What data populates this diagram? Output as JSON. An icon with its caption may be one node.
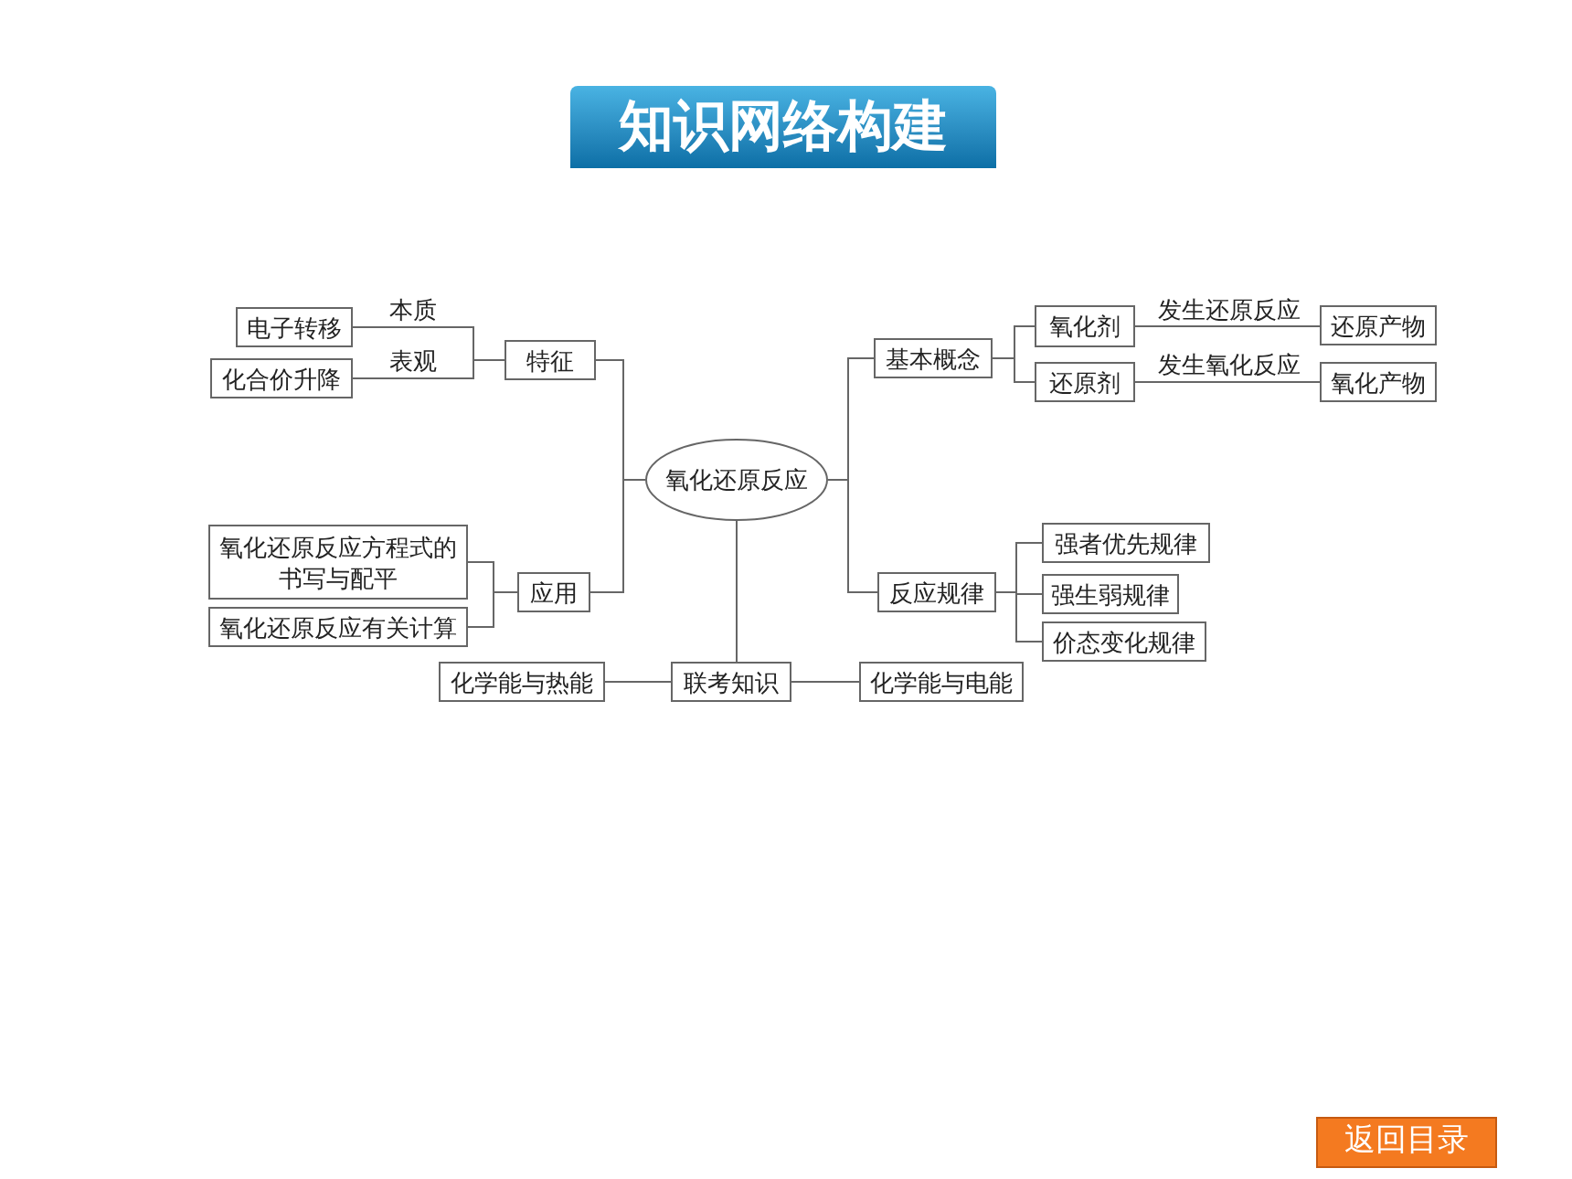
{
  "diagram": {
    "title": "知识网络构建",
    "nodes": [
      {
        "text": [
          "氧化还原反应"
        ]
      },
      {
        "text": [
          "特征"
        ]
      },
      {
        "text": [
          "电子转移"
        ]
      },
      {
        "text": [
          "化合价升降"
        ]
      },
      {
        "text": [
          "应用"
        ]
      },
      {
        "text": [
          "氧化还原反应方程式的书写与配平"
        ]
      },
      {
        "text": [
          "氧化还原反应有关计算"
        ]
      },
      {
        "text": [
          "联考知识"
        ]
      },
      {
        "text": [
          "化学能与热能"
        ]
      },
      {
        "text": [
          "化学能与电能"
        ]
      },
      {
        "text": [
          "基本概念"
        ]
      },
      {
        "text": [
          "氧化剂"
        ]
      },
      {
        "text": [
          "还原剂"
        ]
      },
      {
        "text": [
          "还原产物"
        ]
      },
      {
        "text": [
          "氧化产物"
        ]
      },
      {
        "text": [
          "反应规律"
        ]
      },
      {
        "text": [
          "强者优先规律"
        ]
      },
      {
        "text": [
          "强生弱规律"
        ]
      },
      {
        "text": [
          "价态变化规律"
        ]
      }
    ],
    "edges": [
      {
        "from": 2,
        "to": 1,
        "arrow": "none",
        "label": "本质"
      },
      {
        "from": 3,
        "to": 1,
        "arrow": "none",
        "label": "表观"
      },
      {
        "from": 1,
        "to": 0,
        "arrow": "none"
      },
      {
        "from": 5,
        "to": 4,
        "arrow": "none"
      },
      {
        "from": 6,
        "to": 4,
        "arrow": "none"
      },
      {
        "from": 4,
        "to": 0,
        "arrow": "none"
      },
      {
        "from": 0,
        "to": 7,
        "arrow": "none"
      },
      {
        "from": 7,
        "to": 8,
        "arrow": "none"
      },
      {
        "from": 7,
        "to": 9,
        "arrow": "none"
      },
      {
        "from": 0,
        "to": 10,
        "arrow": "none"
      },
      {
        "from": 0,
        "to": 15,
        "arrow": "none"
      },
      {
        "from": 10,
        "to": 11,
        "arrow": "none"
      },
      {
        "from": 10,
        "to": 12,
        "arrow": "none"
      },
      {
        "from": 11,
        "to": 13,
        "arrow": "none",
        "label": "发生还原反应"
      },
      {
        "from": 12,
        "to": 14,
        "arrow": "none",
        "label": "发生氧化反应"
      },
      {
        "from": 15,
        "to": 16,
        "arrow": "none"
      },
      {
        "from": 15,
        "to": 17,
        "arrow": "none"
      },
      {
        "from": 15,
        "to": 18,
        "arrow": "none"
      }
    ],
    "labels": [
      "返回目录"
    ]
  }
}
